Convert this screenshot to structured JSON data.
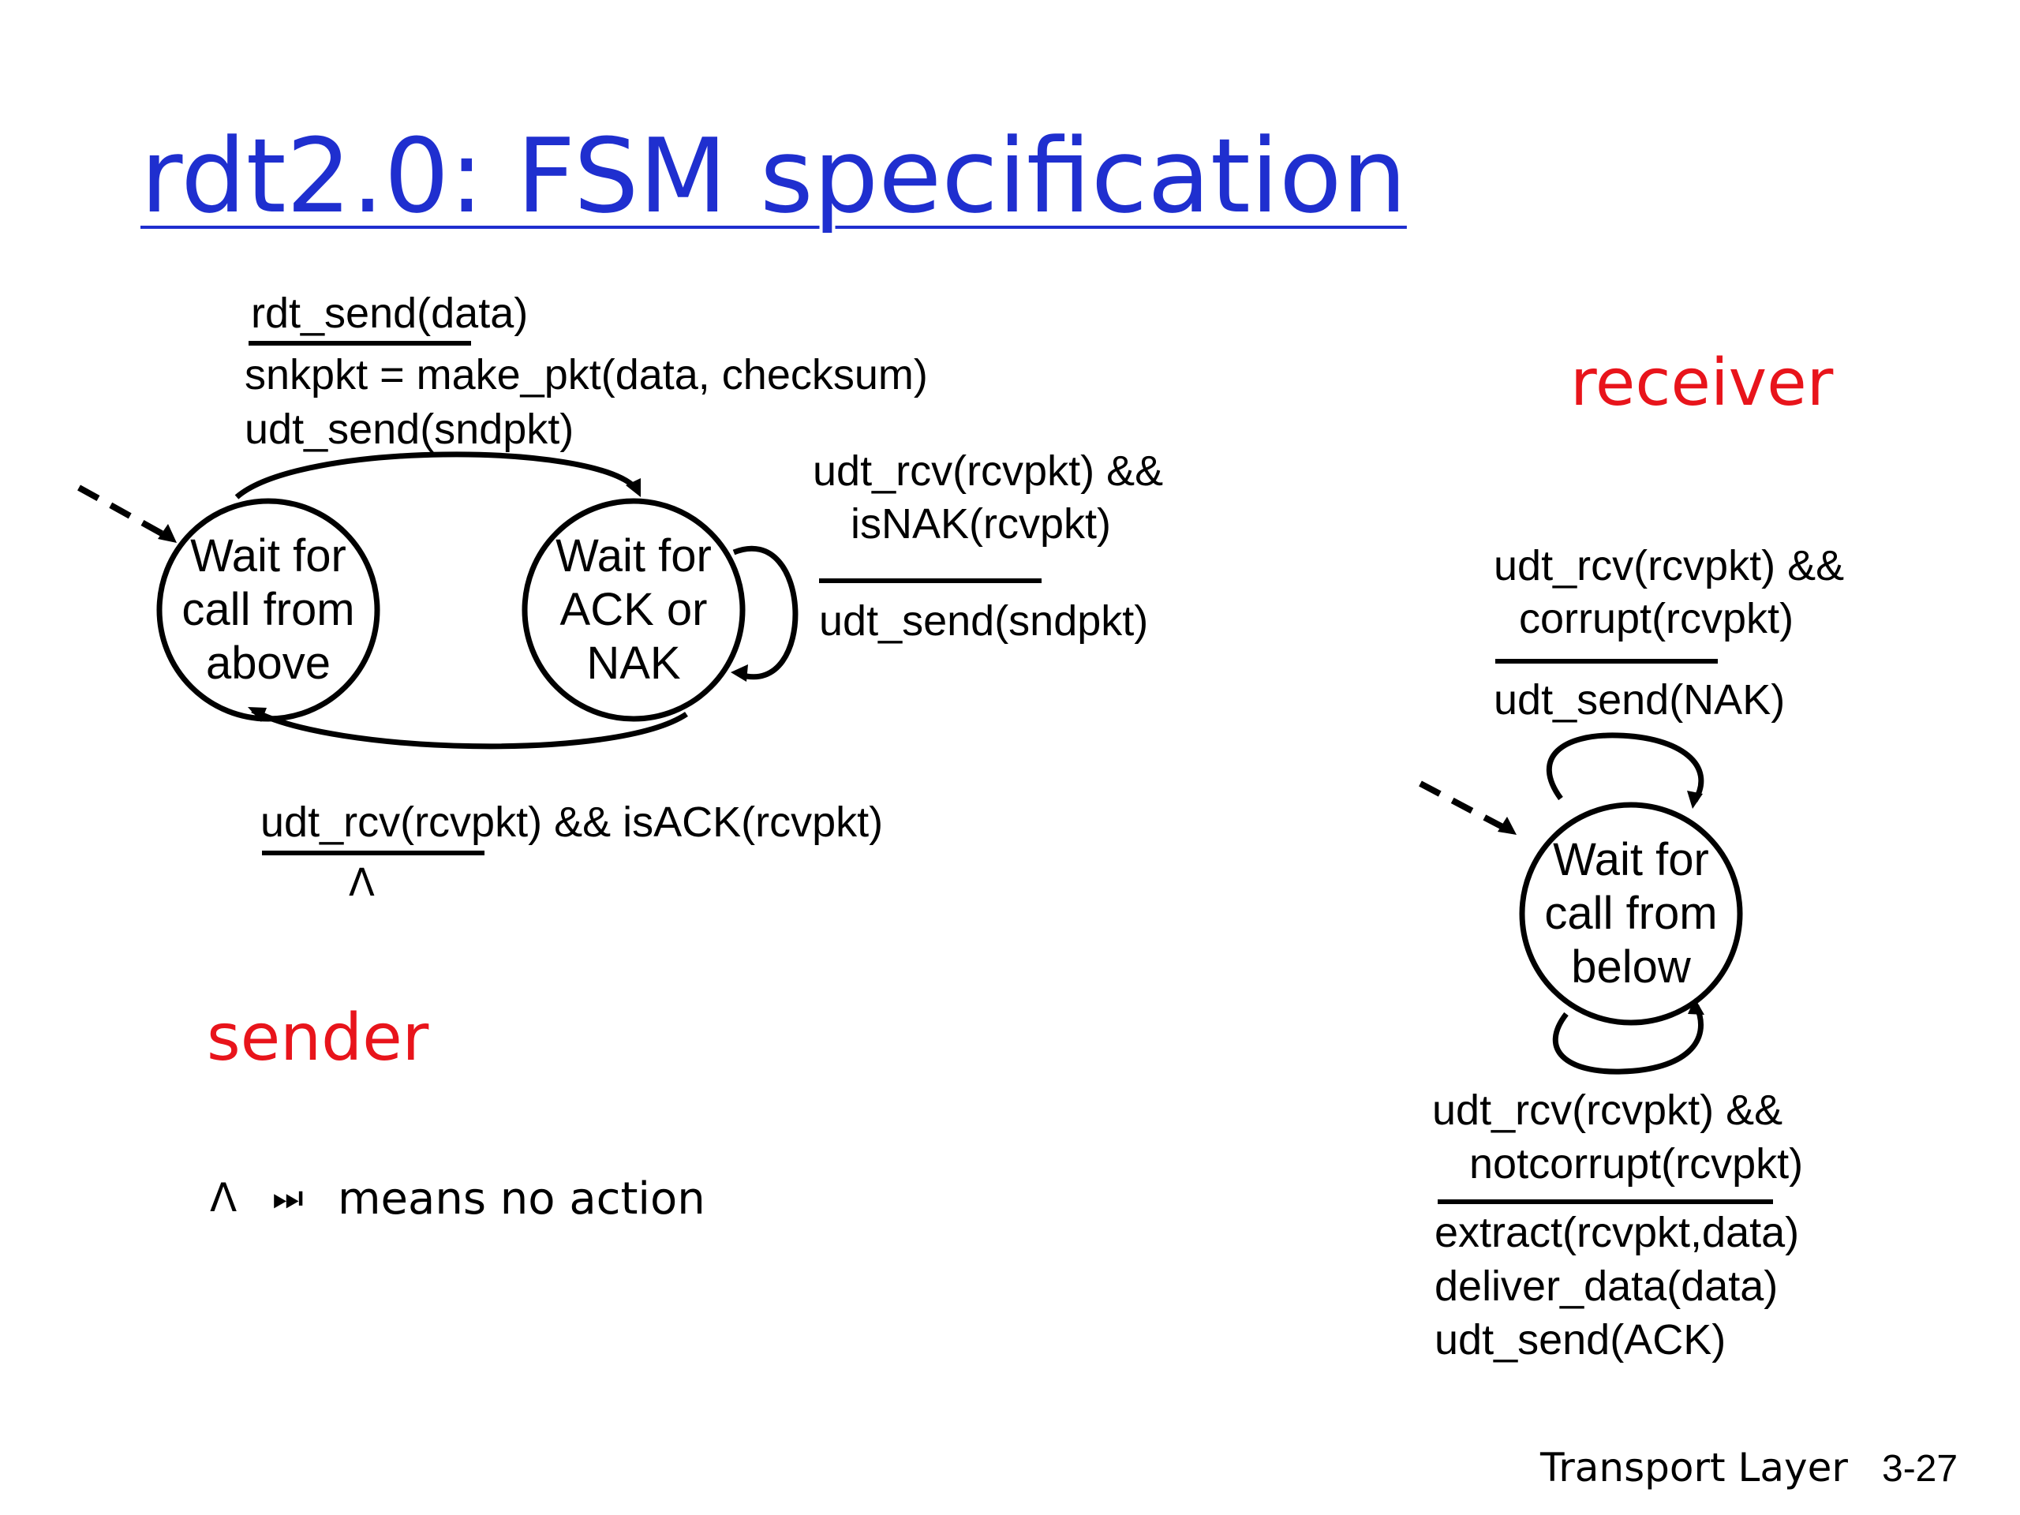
{
  "slide": {
    "title": "rdt2.0: FSM specification",
    "footer": {
      "section": "Transport Layer",
      "page": "3-27"
    },
    "legend": {
      "symbol": "Λ",
      "text": "means no action"
    }
  },
  "sender": {
    "label": "sender",
    "states": {
      "wait_above": [
        "Wait for",
        "call from",
        "above"
      ],
      "wait_ack": [
        "Wait for",
        "ACK or",
        "NAK"
      ]
    },
    "transitions": {
      "send": {
        "event": "rdt_send(data)",
        "actions": [
          "snkpkt = make_pkt(data, checksum)",
          "udt_send(sndpkt)"
        ]
      },
      "nak": {
        "event": [
          "udt_rcv(rcvpkt) &&",
          "isNAK(rcvpkt)"
        ],
        "action": "udt_send(sndpkt)"
      },
      "ack": {
        "event": "udt_rcv(rcvpkt) && isACK(rcvpkt)",
        "action": "Λ"
      }
    }
  },
  "receiver": {
    "label": "receiver",
    "states": {
      "wait_below": [
        "Wait for",
        "call from",
        "below"
      ]
    },
    "transitions": {
      "corrupt": {
        "event": [
          "udt_rcv(rcvpkt) &&",
          "corrupt(rcvpkt)"
        ],
        "action": "udt_send(NAK)"
      },
      "notcorrupt": {
        "event": [
          "udt_rcv(rcvpkt) &&",
          "notcorrupt(rcvpkt)"
        ],
        "actions": [
          "extract(rcvpkt,data)",
          "deliver_data(data)",
          "udt_send(ACK)"
        ]
      }
    }
  }
}
